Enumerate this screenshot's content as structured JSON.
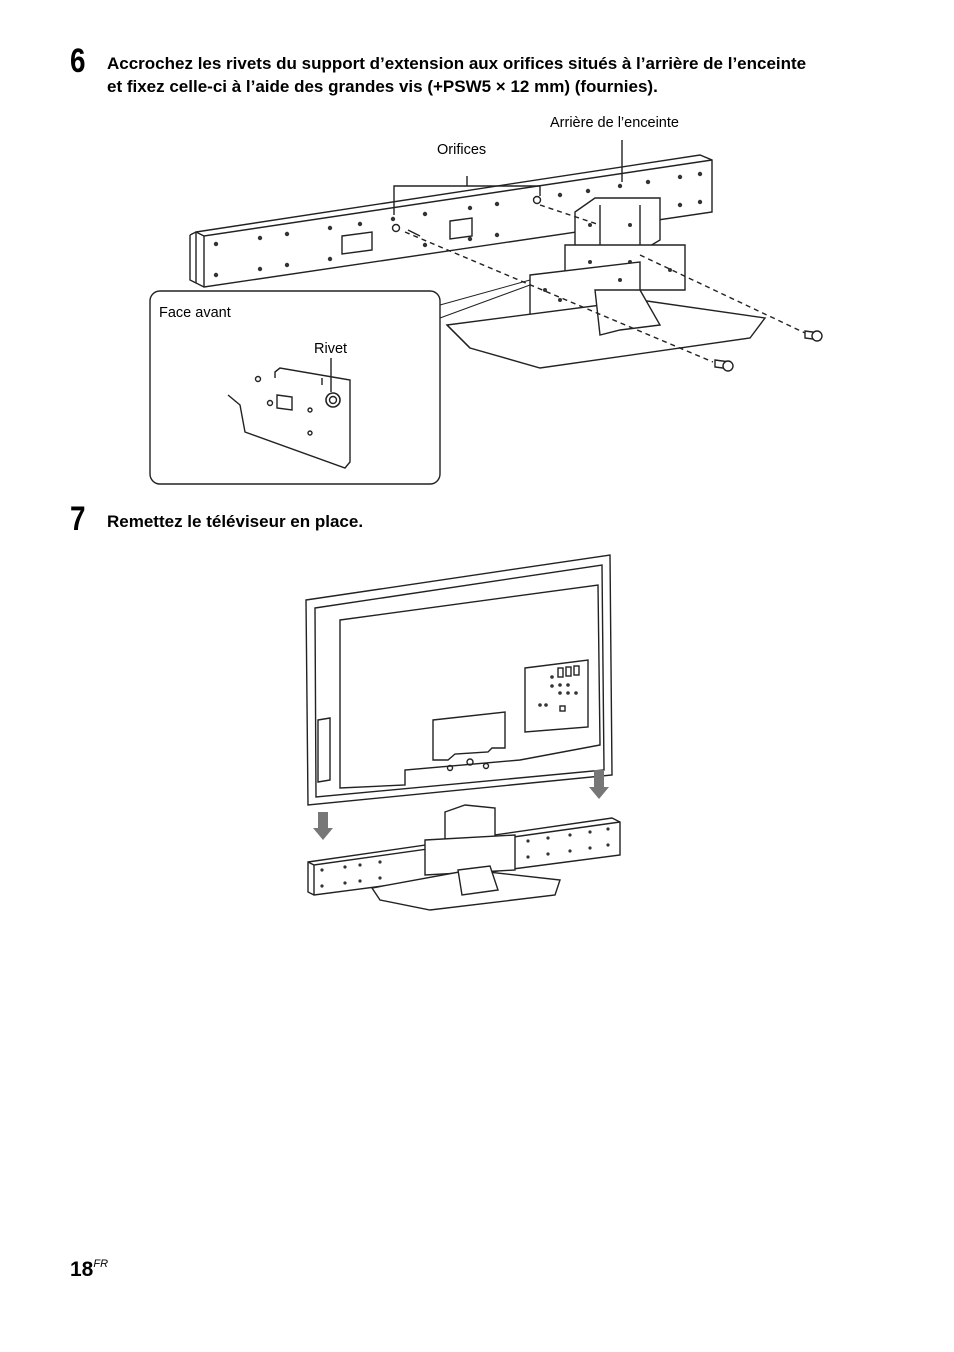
{
  "step6": {
    "number": "6",
    "text_line1": "Accrochez les rivets du support d’extension aux orifices situés à l’arrière de l’enceinte",
    "text_line2": "et fixez celle-ci à l’aide des grandes vis (+PSW5 × 12 mm) (fournies).",
    "labels": {
      "rear": "Arrière de l’enceinte",
      "holes": "Orifices",
      "front": "Face avant",
      "rivet": "Rivet"
    }
  },
  "step7": {
    "number": "7",
    "text": "Remettez le téléviseur en place."
  },
  "footer": {
    "page_number": "18",
    "language_code": "FR"
  }
}
